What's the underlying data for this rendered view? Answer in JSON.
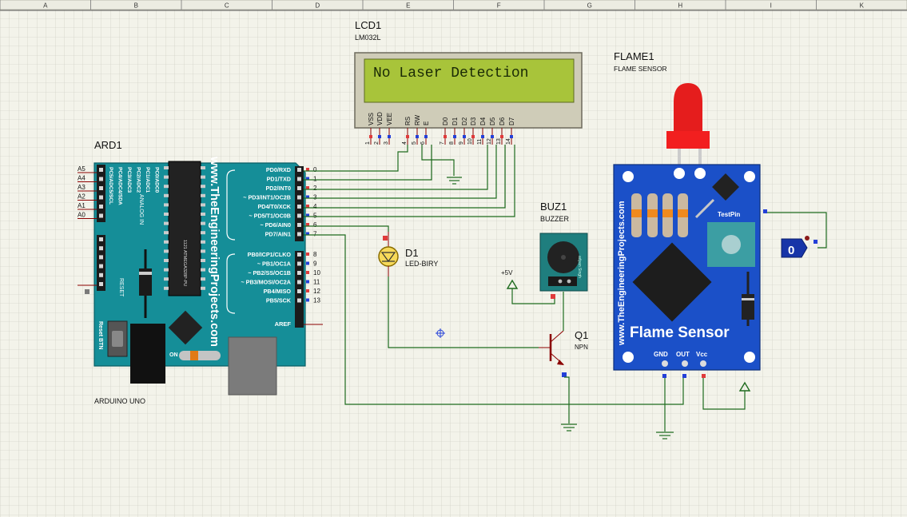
{
  "ruler": {
    "columns": [
      "A",
      "B",
      "C",
      "D",
      "E",
      "F",
      "G",
      "H",
      "I",
      "K"
    ]
  },
  "lcd": {
    "ref": "LCD1",
    "part": "LM032L",
    "display_text": "No Laser Detection",
    "pins": [
      {
        "name": "VSS",
        "num": "1"
      },
      {
        "name": "VDD",
        "num": "2"
      },
      {
        "name": "VEE",
        "num": "3"
      },
      {
        "name": "RS",
        "num": "4"
      },
      {
        "name": "RW",
        "num": "5"
      },
      {
        "name": "E",
        "num": "6"
      },
      {
        "name": "D0",
        "num": "7"
      },
      {
        "name": "D1",
        "num": "8"
      },
      {
        "name": "D2",
        "num": "9"
      },
      {
        "name": "D3",
        "num": "10"
      },
      {
        "name": "D4",
        "num": "11"
      },
      {
        "name": "D5",
        "num": "12"
      },
      {
        "name": "D6",
        "num": "13"
      },
      {
        "name": "D7",
        "num": "14"
      }
    ]
  },
  "arduino": {
    "ref": "ARD1",
    "part": "ARDUINO UNO",
    "brand_text": "www.TheEngineeringProjects.com",
    "chip_text": "1121 ATMEGA328P-PU",
    "analog_label": "ANALOG IN",
    "reset_label": "RESET",
    "reset_btn_label": "Reset BTN",
    "on_label": "ON",
    "aref_label": "AREF",
    "analog_pins": [
      {
        "pin": "A5",
        "label": "PC5/ADC5/SCL"
      },
      {
        "pin": "A4",
        "label": "PC4/ADC4/SDA"
      },
      {
        "pin": "A3",
        "label": "PC3/ADC3"
      },
      {
        "pin": "A2",
        "label": "PC2/ADC2"
      },
      {
        "pin": "A1",
        "label": "PC1/ADC1"
      },
      {
        "pin": "A0",
        "label": "PC0/ADC0"
      }
    ],
    "digital_pins": [
      {
        "num": "0",
        "label": "PD0/RXD"
      },
      {
        "num": "1",
        "label": "PD1/TXD"
      },
      {
        "num": "2",
        "label": "PD2/INT0"
      },
      {
        "num": "3",
        "label": "~ PD3/INT1/OC2B"
      },
      {
        "num": "4",
        "label": "PD4/T0/XCK"
      },
      {
        "num": "5",
        "label": "~ PD5/T1/OC0B"
      },
      {
        "num": "6",
        "label": "~ PD6/AIN0"
      },
      {
        "num": "7",
        "label": "PD7/AIN1"
      },
      {
        "num": "8",
        "label": "PB0/ICP1/CLKO"
      },
      {
        "num": "9",
        "label": "~ PB1/OC1A"
      },
      {
        "num": "10",
        "label": "~ PB2/SS/OC1B"
      },
      {
        "num": "11",
        "label": "~ PB3/MOSI/OC2A"
      },
      {
        "num": "12",
        "label": "PB4/MISO"
      },
      {
        "num": "13",
        "label": "PB5/SCK"
      }
    ]
  },
  "flame": {
    "ref": "FLAME1",
    "part": "FLAME SENSOR",
    "title": "Flame Sensor",
    "brand_text": "www.TheEngineeringProjects.com",
    "test_pin": "TestPin",
    "pins": [
      "GND",
      "OUT",
      "Vcc"
    ]
  },
  "buzzer": {
    "ref": "BUZ1",
    "part": "BUZZER",
    "side_text": "adyan Singh"
  },
  "led": {
    "ref": "D1",
    "part": "LED-BIRY"
  },
  "transistor": {
    "ref": "Q1",
    "part": "NPN"
  },
  "power": {
    "label": "+5V"
  },
  "logic_probe": {
    "value": "0"
  },
  "colors": {
    "background": "#f3f3ea",
    "wire": "#1e6b1e",
    "pin": "#8b0000",
    "lcd_screen": "#a8c43a",
    "board": "#158e98",
    "sensor": "#1b50c8"
  }
}
